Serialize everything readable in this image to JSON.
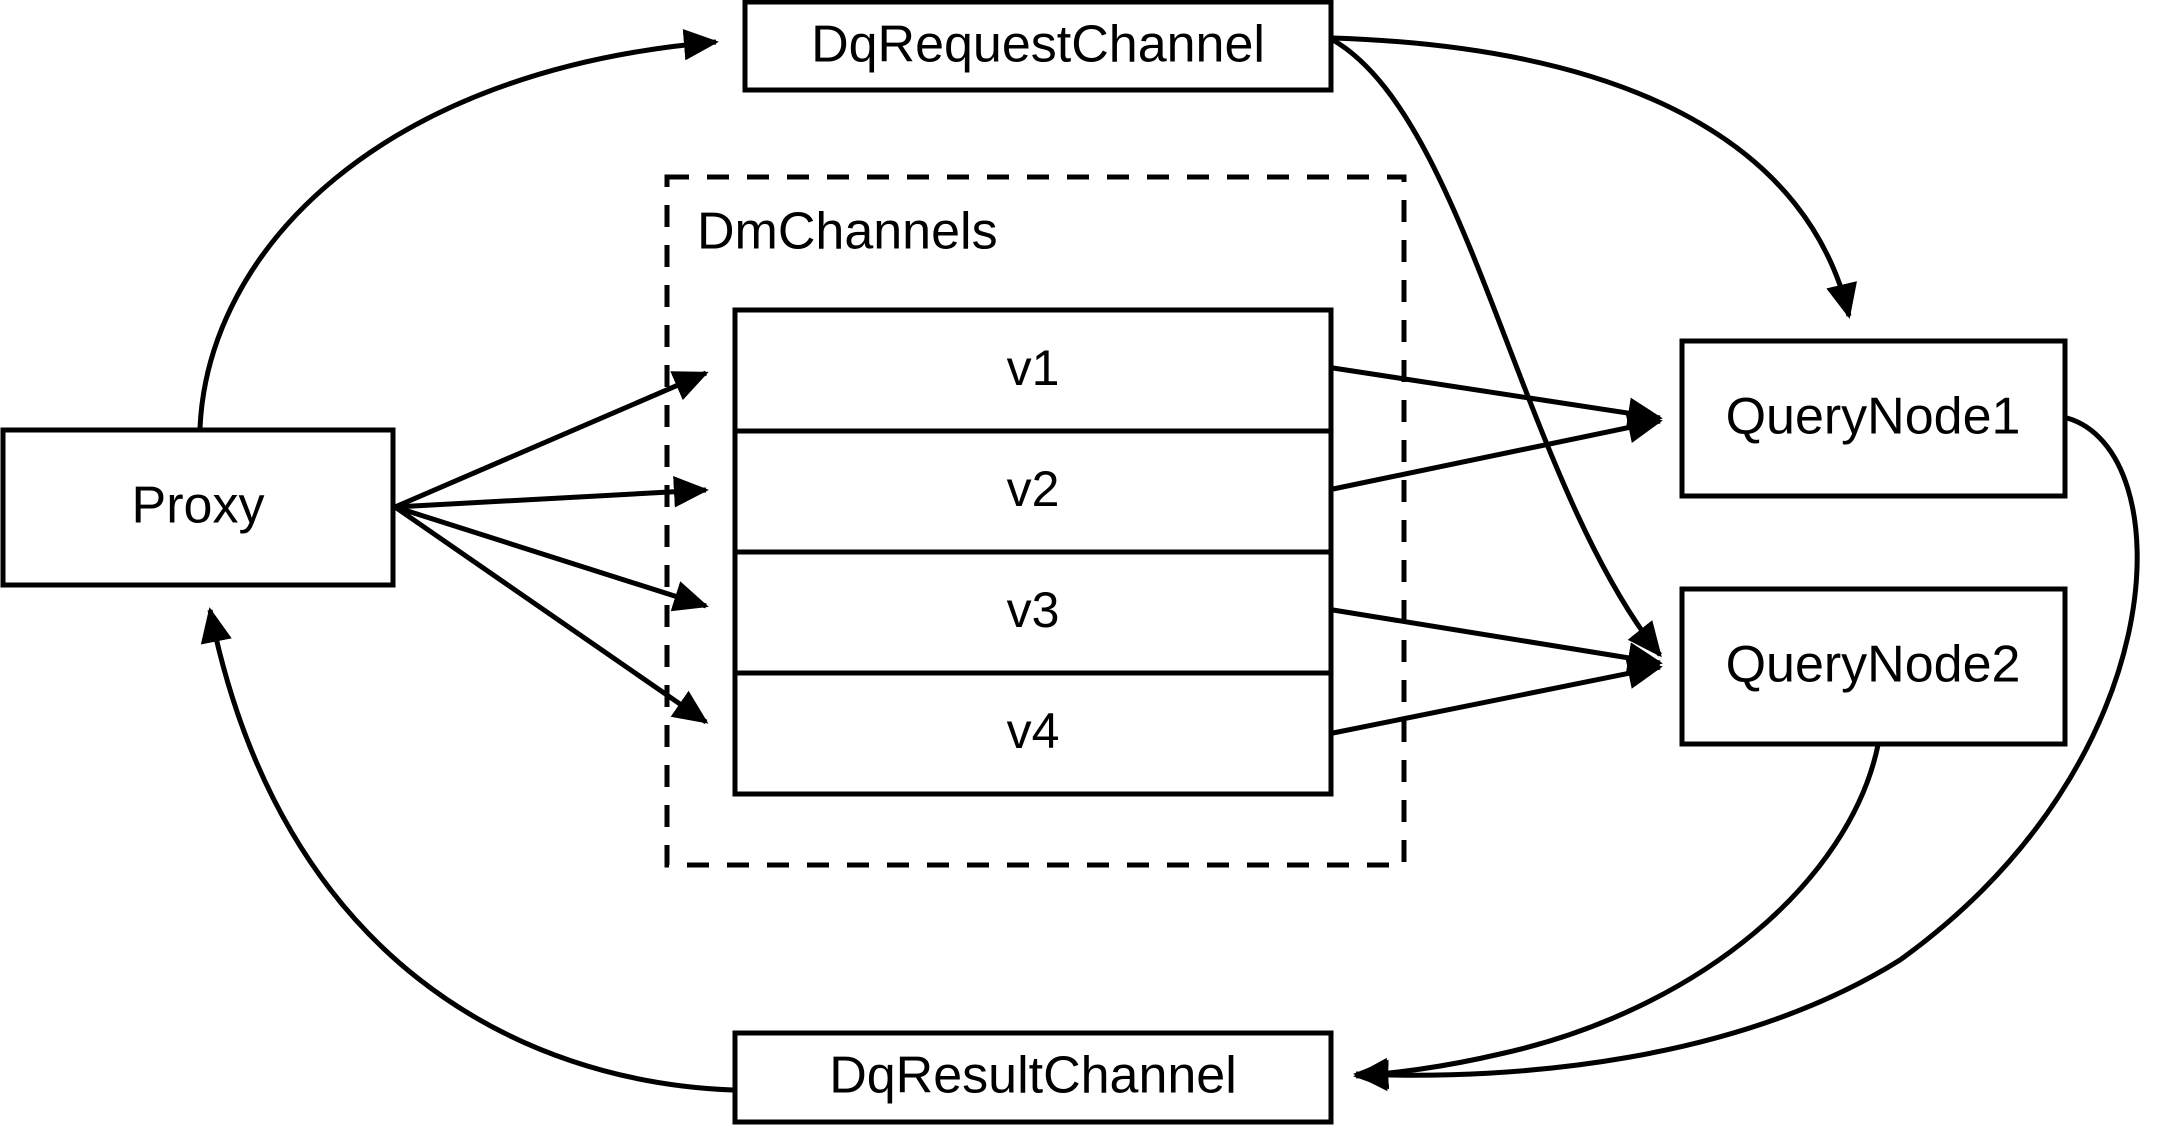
{
  "diagram": {
    "title": "Milvus distributed query message channel flow",
    "background_color": "#ffffff",
    "line_color": "#000000",
    "nodes": {
      "proxy": {
        "label": "Proxy"
      },
      "dq_request_channel": {
        "label": "DqRequestChannel"
      },
      "dq_result_channel": {
        "label": "DqResultChannel"
      },
      "query_node_1": {
        "label": "QueryNode1"
      },
      "query_node_2": {
        "label": "QueryNode2"
      }
    },
    "group": {
      "label": "DmChannels",
      "style": "dashed",
      "channels": [
        {
          "label": "v1"
        },
        {
          "label": "v2"
        },
        {
          "label": "v3"
        },
        {
          "label": "v4"
        }
      ]
    },
    "edges": [
      {
        "from": "Proxy",
        "to": "DqRequestChannel",
        "style": "curved",
        "arrow": true
      },
      {
        "from": "Proxy",
        "to": "v1",
        "style": "straight",
        "arrow": true
      },
      {
        "from": "Proxy",
        "to": "v2",
        "style": "straight",
        "arrow": true
      },
      {
        "from": "Proxy",
        "to": "v3",
        "style": "straight",
        "arrow": true
      },
      {
        "from": "Proxy",
        "to": "v4",
        "style": "straight",
        "arrow": true
      },
      {
        "from": "DqRequestChannel",
        "to": "QueryNode1",
        "style": "curved",
        "arrow": true
      },
      {
        "from": "DqRequestChannel",
        "to": "QueryNode2",
        "style": "curved",
        "arrow": true
      },
      {
        "from": "v1",
        "to": "QueryNode1",
        "style": "straight",
        "arrow": true
      },
      {
        "from": "v2",
        "to": "QueryNode1",
        "style": "straight",
        "arrow": true
      },
      {
        "from": "v3",
        "to": "QueryNode2",
        "style": "straight",
        "arrow": true
      },
      {
        "from": "v4",
        "to": "QueryNode2",
        "style": "straight",
        "arrow": true
      },
      {
        "from": "QueryNode1",
        "to": "DqResultChannel",
        "style": "curved",
        "arrow": true
      },
      {
        "from": "QueryNode2",
        "to": "DqResultChannel",
        "style": "curved",
        "arrow": true
      },
      {
        "from": "DqResultChannel",
        "to": "Proxy",
        "style": "curved",
        "arrow": true
      }
    ]
  }
}
